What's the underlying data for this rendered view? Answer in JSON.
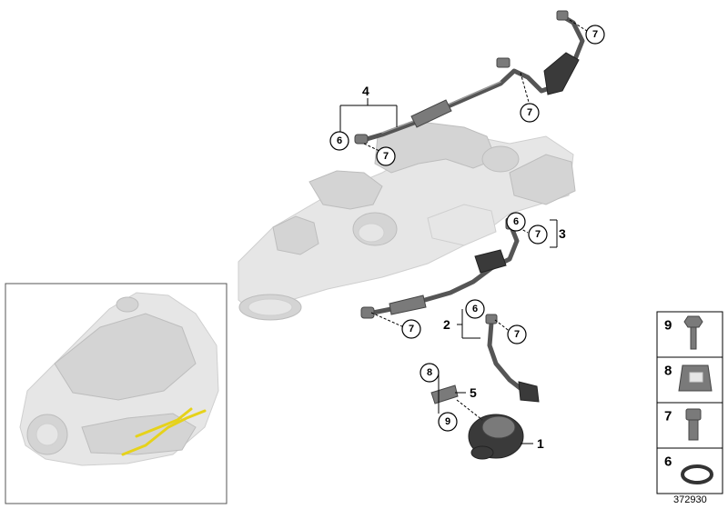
{
  "diagram_id": "372930",
  "callouts": [
    {
      "num": "7"
    },
    {
      "num": "7"
    },
    {
      "num": "6"
    },
    {
      "num": "7"
    },
    {
      "num": "6"
    },
    {
      "num": "7"
    },
    {
      "num": "7"
    },
    {
      "num": "6"
    },
    {
      "num": "7"
    },
    {
      "num": "8"
    },
    {
      "num": "9"
    }
  ],
  "labels": {
    "l4": "4",
    "l3": "3",
    "l2": "2",
    "l5": "5",
    "l1": "1"
  },
  "legend": [
    {
      "num": "9",
      "icon": "bolt-icon"
    },
    {
      "num": "8",
      "icon": "clip-nut-icon"
    },
    {
      "num": "7",
      "icon": "hollow-bolt-icon"
    },
    {
      "num": "6",
      "icon": "seal-ring-icon"
    }
  ],
  "colors": {
    "highlight": "#e6d21a",
    "ghost": "#e6e6e6",
    "hose": "#555555"
  }
}
